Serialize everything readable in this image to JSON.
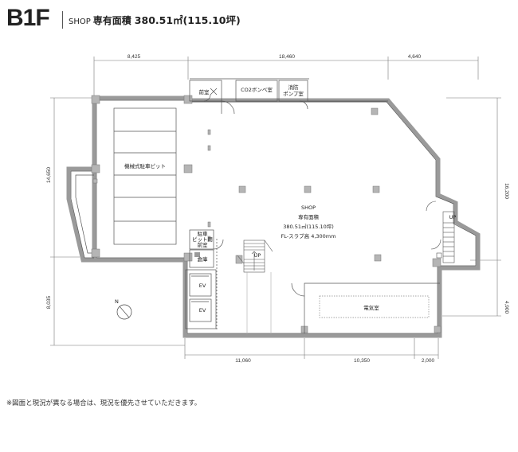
{
  "header": {
    "floor": "B1F",
    "kind": "SHOP",
    "kanji": "専有面積",
    "area": "380.51㎡(115.10坪)"
  },
  "dimensions": {
    "top": [
      "8,425",
      "18,460",
      "4,640"
    ],
    "bottom": [
      "11,060",
      "10,350",
      "2,000"
    ],
    "left": [
      "14,650",
      "8,035"
    ],
    "right": [
      "16,200",
      "4,900"
    ]
  },
  "rooms": {
    "front_room_1": "前室",
    "co2_room": "CO2ボンベ室",
    "pump_room_line1": "消防",
    "pump_room_line2": "ポンプ室",
    "parking_pit": "機械式駐車ピット",
    "parking_front_line1": "駐車",
    "parking_front_line2": "ピット用",
    "parking_front_line3": "前室",
    "storage": "倉庫",
    "ev1": "EV",
    "ev2": "EV",
    "electric_room": "電気室",
    "up_stair_1": "UP",
    "up_stair_2": "UP"
  },
  "shop": {
    "title": "SHOP",
    "area_label": "専有面積",
    "area_value": "380.51㎡(115.10坪)",
    "height": "FL-スラブ高 4,300mm"
  },
  "compass": {
    "north": "N"
  },
  "note": "※図面と現況が異なる場合は、現況を優先させていただきます。"
}
